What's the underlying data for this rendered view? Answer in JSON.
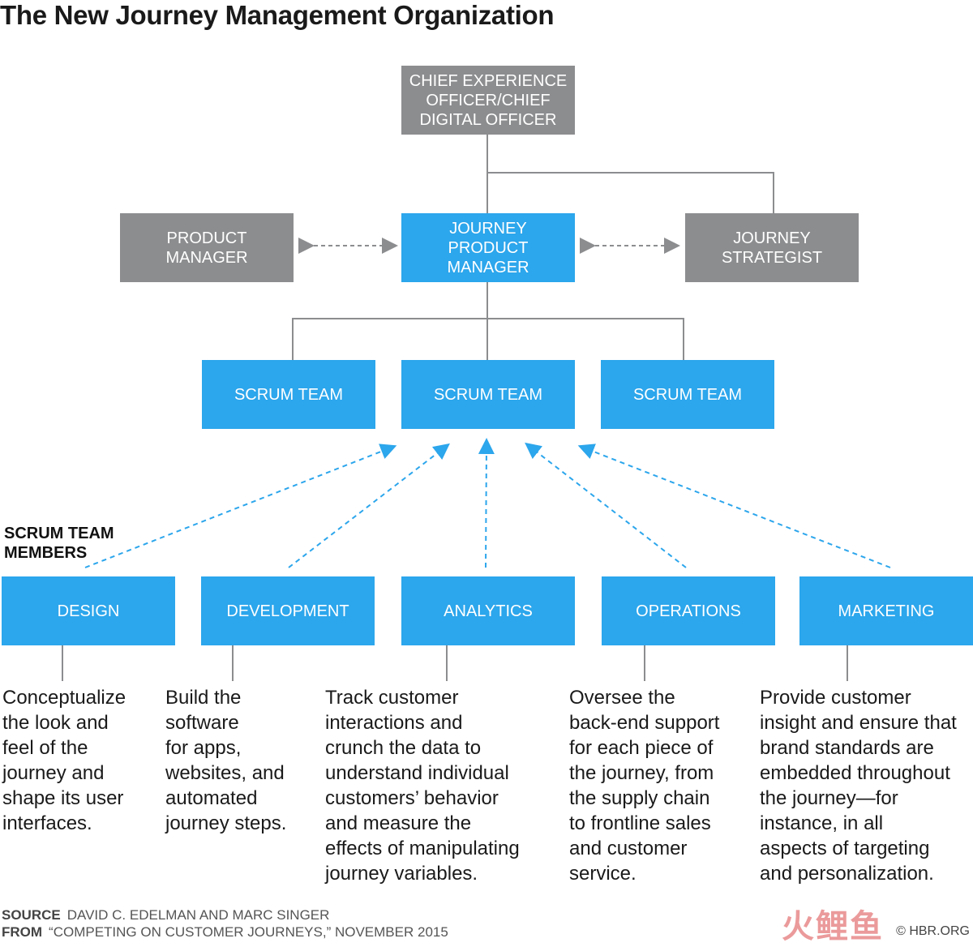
{
  "title": "The New Journey Management Organization",
  "colors": {
    "gray_box": "#8c8d8f",
    "blue_box": "#2ca6ec",
    "connector": "#8c8d8f",
    "dashed_arrow": "#2ca6ec"
  },
  "boxes": {
    "cxo": "CHIEF EXPERIENCE\nOFFICER/CHIEF\nDIGITAL OFFICER",
    "product_manager": "PRODUCT\nMANAGER",
    "journey_product_manager": "JOURNEY\nPRODUCT\nMANAGER",
    "journey_strategist": "JOURNEY\nSTRATEGIST",
    "scrum_teams": [
      "SCRUM TEAM",
      "SCRUM TEAM",
      "SCRUM TEAM"
    ]
  },
  "members_label": "SCRUM TEAM\nMEMBERS",
  "members": [
    {
      "label": "DESIGN",
      "description": "Conceptualize\nthe look and\nfeel of the\njourney and\nshape its user\ninterfaces."
    },
    {
      "label": "DEVELOPMENT",
      "description": "Build the\nsoftware\nfor apps,\nwebsites, and\nautomated\njourney steps."
    },
    {
      "label": "ANALYTICS",
      "description": "Track customer\ninteractions and\ncrunch the data to\nunderstand individual\ncustomers’ behavior\nand measure the\neffects of manipulating\njourney variables."
    },
    {
      "label": "OPERATIONS",
      "description": "Oversee the\nback-end support\nfor each piece of\nthe journey, from\nthe supply chain\nto frontline sales\nand customer\nservice."
    },
    {
      "label": "MARKETING",
      "description": "Provide customer\ninsight and ensure that\nbrand standards are\nembedded throughout\nthe journey—for\ninstance, in all\naspects of targeting\nand personalization."
    }
  ],
  "footer": {
    "source_label": "SOURCE",
    "source_text": "DAVID C. EDELMAN AND MARC SINGER",
    "from_label": "FROM",
    "from_text": "“COMPETING ON CUSTOMER JOURNEYS,” NOVEMBER 2015",
    "credit": "© HBR.ORG",
    "watermark": "火鲤鱼"
  }
}
